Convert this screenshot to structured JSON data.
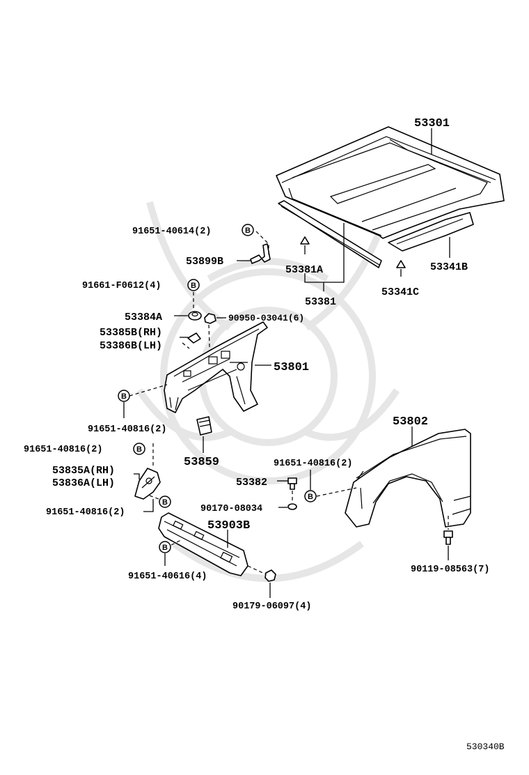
{
  "marker_symbol": "B",
  "figure_code": "530340B",
  "parts": {
    "hood": "53301",
    "hood_seal": "53381",
    "hood_seal_a": "53381A",
    "hood_cushion_b": "53341B",
    "hood_cushion_c": "53341C",
    "hood_bolt_a": "91651-40614(2)",
    "hood_stay": "53899B",
    "clip_a": "91661-F0612(4)",
    "stopper": "53384A",
    "nut_a": "90950-03041(6)",
    "bracket_rh": "53385B(RH)",
    "bracket_lh": "53386B(LH)",
    "apron": "53801",
    "apron_bolt": "91651-40816(2)",
    "apron_seal": "53859",
    "bracket_bolt_top": "91651-40816(2)",
    "bracket_a_rh": "53835A(RH)",
    "bracket_a_lh": "53836A(LH)",
    "bracket_bolt_bottom": "91651-40816(2)",
    "fender_bolt": "91651-40816(2)",
    "fender": "53802",
    "cushion": "53382",
    "fender_nut": "90170-08034",
    "fender_screw": "90119-08563(7)",
    "reinforcement": "53903B",
    "reinforcement_bolt": "91651-40616(4)",
    "reinforcement_nut": "90179-06097(4)"
  }
}
